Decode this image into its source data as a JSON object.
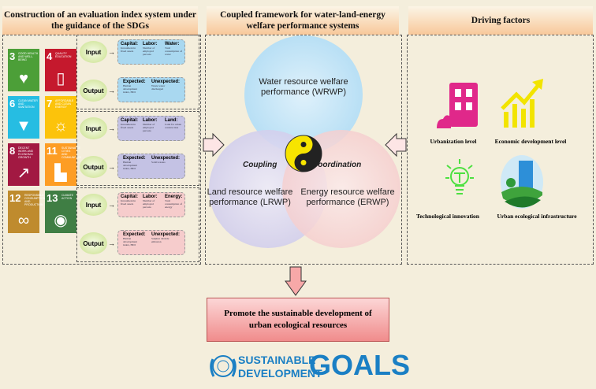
{
  "headers": {
    "left": "Construction of an evaluation index system under the guidance of the SDGs",
    "middle": "Coupled framework for water-land-energy welfare performance systems",
    "right": "Driving factors"
  },
  "sdgs": [
    {
      "num": "3",
      "title": "GOOD HEALTH AND WELL-BEING",
      "color": "#4c9f38",
      "glyph": "♥"
    },
    {
      "num": "4",
      "title": "QUALITY EDUCATION",
      "color": "#c5192d",
      "glyph": "▯"
    },
    {
      "num": "6",
      "title": "CLEAN WATER AND SANITATION",
      "color": "#26bde2",
      "glyph": "▼"
    },
    {
      "num": "7",
      "title": "AFFORDABLE AND CLEAN ENERGY",
      "color": "#fcc30b",
      "glyph": "☼"
    },
    {
      "num": "8",
      "title": "DECENT WORK AND ECONOMIC GROWTH",
      "color": "#a21942",
      "glyph": "↗"
    },
    {
      "num": "11",
      "title": "SUSTAINABLE CITIES AND COMMUNITIES",
      "color": "#fd9d24",
      "glyph": "▙"
    },
    {
      "num": "12",
      "title": "RESPONSIBLE CONSUMPTION AND PRODUCTION",
      "color": "#bf8b2e",
      "glyph": "∞"
    },
    {
      "num": "13",
      "title": "CLIMATE ACTION",
      "color": "#3f7e44",
      "glyph": "◉"
    }
  ],
  "systems": [
    {
      "color": "#a9d8f0",
      "input_label": "Input",
      "output_label": "Output",
      "inputs": [
        {
          "h": "Capital:",
          "d": "Investment in fixed assets"
        },
        {
          "h": "Labor:",
          "d": "Number of employed persons"
        },
        {
          "h": "Water:",
          "d": "Total consumption of water"
        }
      ],
      "outputs": [
        {
          "h": "Expected:",
          "d": "Human development index, HDI"
        },
        {
          "h": "Unexpected:",
          "d": "Waste water discharged"
        }
      ]
    },
    {
      "color": "#c4c2e4",
      "input_label": "Input",
      "output_label": "Output",
      "inputs": [
        {
          "h": "Capital:",
          "d": "Investment in fixed assets"
        },
        {
          "h": "Labor:",
          "d": "Number of employed persons"
        },
        {
          "h": "Land:",
          "d": "Land for urban construction"
        }
      ],
      "outputs": [
        {
          "h": "Expected:",
          "d": "Human development index, HDI"
        },
        {
          "h": "Unexpected:",
          "d": "Solid wastes"
        }
      ]
    },
    {
      "color": "#f6cccc",
      "input_label": "Input",
      "output_label": "Output",
      "inputs": [
        {
          "h": "Capital:",
          "d": "Investment in fixed assets"
        },
        {
          "h": "Labor:",
          "d": "Number of employed persons"
        },
        {
          "h": "Energy:",
          "d": "Total consumption of energy"
        }
      ],
      "outputs": [
        {
          "h": "Expected:",
          "d": "Human development index, HDI"
        },
        {
          "h": "Unexpected:",
          "d": "Sulphur dioxide emission"
        }
      ]
    }
  ],
  "venn": {
    "water": "Water resource welfare performance (WRWP)",
    "land": "Land resource welfare performance (LRWP)",
    "energy": "Energy resource welfare performance (ERWP)",
    "coupling": "Coupling",
    "coordination": "Coordination"
  },
  "factors": [
    "Urbanization level",
    "Economic development level",
    "Technological innovation",
    "Urban ecological infrastructure"
  ],
  "result": "Promote the sustainable development of urban ecological resources",
  "logo": {
    "line1": "SUSTAINABLE",
    "line2": "DEVELOPMENT",
    "goals": "GOALS"
  }
}
